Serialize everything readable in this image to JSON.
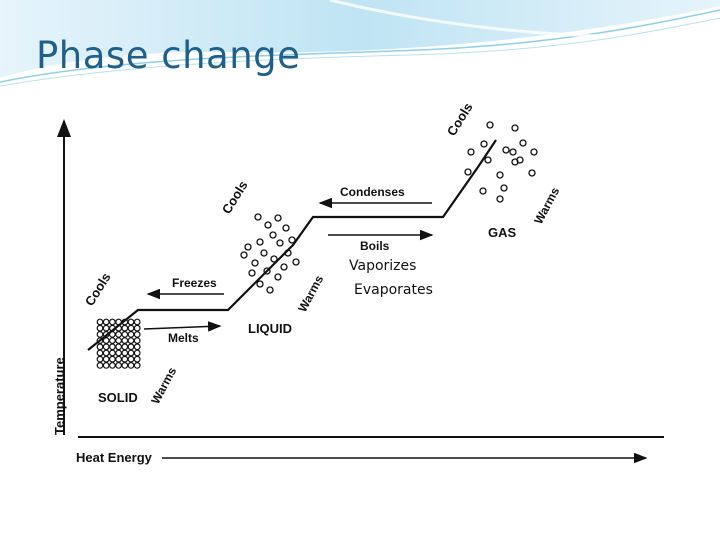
{
  "slide": {
    "title": "Phase change",
    "accent_color": "#1f5f8b",
    "notes": [
      "Vaporizes",
      "Evaporates"
    ]
  },
  "diagram": {
    "x_axis_label": "Heat Energy",
    "y_axis_label": "Temperature",
    "states": [
      "SOLID",
      "LIQUID",
      "GAS"
    ],
    "transitions": {
      "melts": "Melts",
      "freezes": "Freezes",
      "boils": "Boils",
      "condenses": "Condenses",
      "warms": "Warms",
      "cools": "Cools"
    }
  }
}
